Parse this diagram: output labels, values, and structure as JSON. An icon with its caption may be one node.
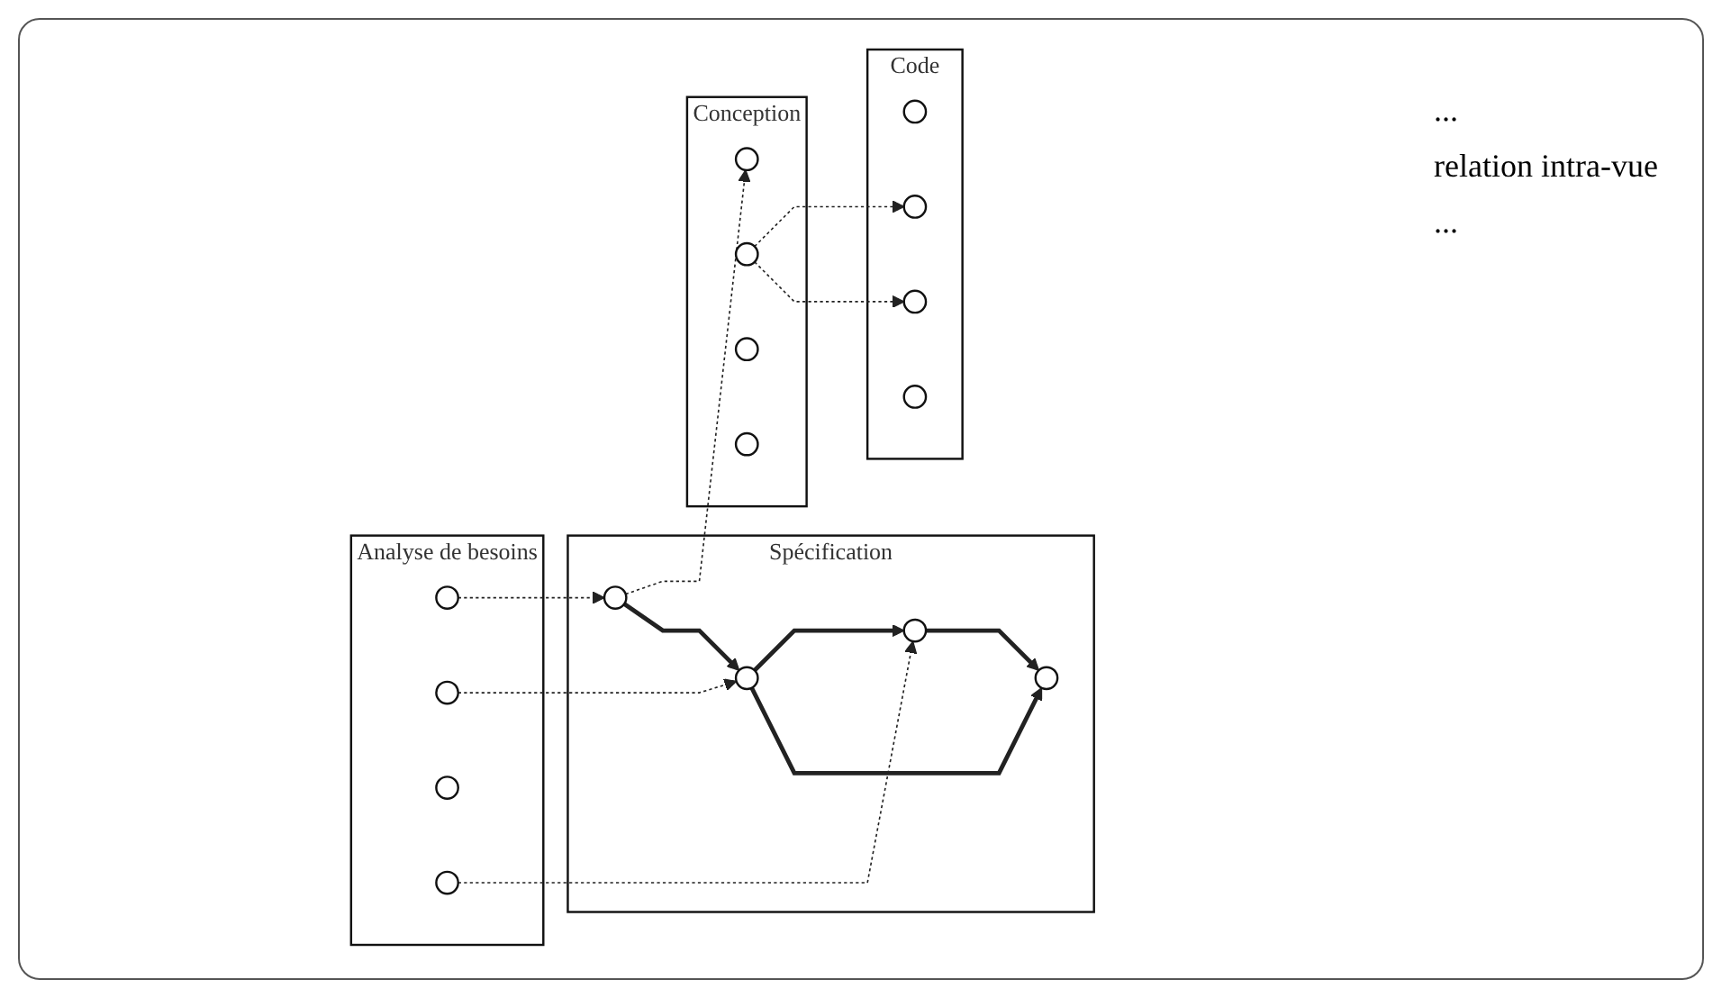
{
  "diagram": {
    "nodes": [
      {
        "text": [
          "Analyse de besoins"
        ]
      },
      {
        "text": [],
        "shape": "circle",
        "in": 0
      },
      {
        "text": [],
        "shape": "circle",
        "in": 0
      },
      {
        "text": [],
        "shape": "circle",
        "in": 0
      },
      {
        "text": [],
        "shape": "circle",
        "in": 0
      },
      {
        "text": [
          "Spécification"
        ]
      },
      {
        "text": [],
        "shape": "circle",
        "in": 5
      },
      {
        "text": [],
        "shape": "circle",
        "in": 5
      },
      {
        "text": [],
        "shape": "circle",
        "in": 5
      },
      {
        "text": [],
        "shape": "circle",
        "in": 5
      },
      {
        "text": [
          "Conception"
        ]
      },
      {
        "text": [],
        "shape": "circle",
        "in": 10
      },
      {
        "text": [],
        "shape": "circle",
        "in": 10
      },
      {
        "text": [],
        "shape": "circle",
        "in": 10
      },
      {
        "text": [],
        "shape": "circle",
        "in": 10
      },
      {
        "text": [
          "Code"
        ]
      },
      {
        "text": [],
        "shape": "circle",
        "in": 15
      },
      {
        "text": [],
        "shape": "circle",
        "in": 15
      },
      {
        "text": [],
        "shape": "circle",
        "in": 15
      },
      {
        "text": [],
        "shape": "circle",
        "in": 15
      }
    ],
    "edges": [
      {
        "from": 1,
        "to": 6,
        "arrow": "to",
        "style": "dashed"
      },
      {
        "from": 2,
        "to": 7,
        "arrow": "to",
        "style": "dashed"
      },
      {
        "from": 4,
        "to": 8,
        "arrow": "to",
        "style": "dashed"
      },
      {
        "from": 6,
        "to": 11,
        "arrow": "to",
        "style": "dashed"
      },
      {
        "from": 12,
        "to": 17,
        "arrow": "to",
        "style": "dashed"
      },
      {
        "from": 12,
        "to": 18,
        "arrow": "to",
        "style": "dashed"
      },
      {
        "from": 6,
        "to": 7,
        "arrow": "to",
        "style": "thick"
      },
      {
        "from": 7,
        "to": 8,
        "arrow": "to",
        "style": "thick"
      },
      {
        "from": 7,
        "to": 9,
        "arrow": "to",
        "style": "thick"
      },
      {
        "from": 8,
        "to": 9,
        "arrow": "to",
        "style": "thick"
      }
    ],
    "labels": [
      "...",
      "relation intra-vue",
      "..."
    ]
  }
}
